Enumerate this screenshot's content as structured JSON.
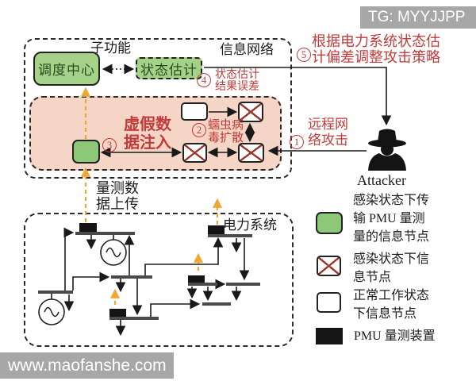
{
  "overlays": {
    "tg_badge": "TG: MYYJJPP",
    "site_watermark": "www.maofanshe.com"
  },
  "containers": {
    "sub_function_label": "子功能",
    "info_network_label": "信息网络",
    "power_system_label": "电力系统"
  },
  "boxes": {
    "dispatch_center": "调度中心",
    "state_estimation": "状态估计"
  },
  "steps": {
    "s1": {
      "num": "1",
      "text": "远程网\n络攻击"
    },
    "s2": {
      "num": "2",
      "text": "蠕虫病\n毒扩散"
    },
    "s3": {
      "num": "3",
      "text": "虚假数\n据注入"
    },
    "s4": {
      "num": "4",
      "text": "状态估计\n结果误差"
    },
    "s5": {
      "num": "5",
      "text": "根据电力系统状态估\n计偏差调整攻击策略"
    }
  },
  "flows": {
    "measurement_upload": "量测数\n据上传"
  },
  "attacker_label": "Attacker",
  "legend": {
    "items": [
      {
        "icon": "infected-pmu-node-icon",
        "text": "感染状态下传\n输 PMU 量测\n量的信息节点"
      },
      {
        "icon": "infected-node-icon",
        "text": "感染状态下信\n息节点"
      },
      {
        "icon": "normal-node-icon",
        "text": "正常工作状态\n下信息节点"
      },
      {
        "icon": "pmu-device-icon",
        "text": "PMU 量测装置"
      }
    ]
  },
  "colors": {
    "red_text": "#c13b3b",
    "green_box": "#a6d189",
    "green_node": "#8cc878",
    "pink_zone": "#f5d6c6",
    "orange_arrow": "#f0a835",
    "x_mark": "#9e352b",
    "watermark_gray": "#a7a7a7"
  }
}
